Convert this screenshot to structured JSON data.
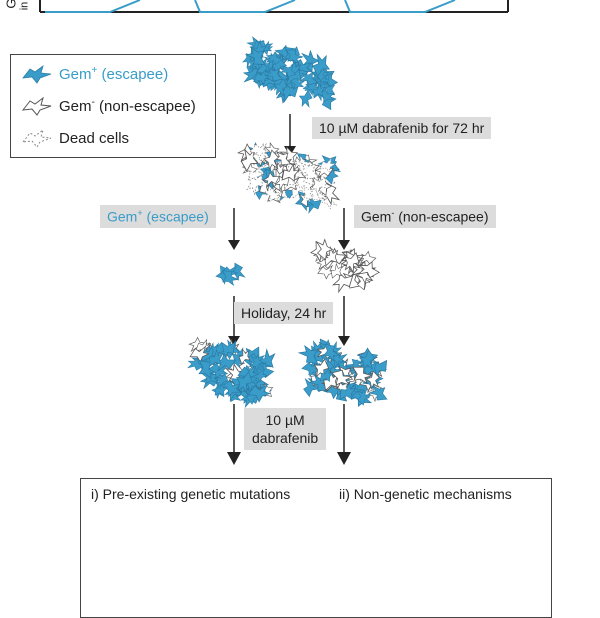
{
  "header": {
    "axis_label_fragment": "G",
    "axis_label_fragment2": "in"
  },
  "legend": {
    "items": [
      {
        "label": "Gem",
        "sup": "+",
        "suffix": " (escapee)",
        "color": "#3a9cc9",
        "icon": "blue-cell-icon"
      },
      {
        "label": "Gem",
        "sup": "-",
        "suffix": " (non-escapee)",
        "color": "#222222",
        "icon": "white-cell-icon"
      },
      {
        "label": "Dead cells",
        "sup": "",
        "suffix": "",
        "color": "#222222",
        "icon": "dead-cell-icon"
      }
    ]
  },
  "steps": {
    "treatment1": "10 µM dabrafenib for 72 hr",
    "escapee_branch": {
      "label": "Gem",
      "sup": "+",
      "suffix": " (escapee)"
    },
    "non_escapee_branch": {
      "label": "Gem",
      "sup": "-",
      "suffix": " (non-escapee)"
    },
    "holiday": "Holiday, 24 hr",
    "treatment2_line1": "10 µM",
    "treatment2_line2": "dabrafenib"
  },
  "outcomes": {
    "left_title": "i) Pre-existing genetic mutations",
    "right_title": "ii) Non-genetic mechanisms"
  },
  "colors": {
    "escapee_blue": "#3a9cc9",
    "label_gray": "#dcdcdc",
    "cell_outline": "#555555",
    "dead_outline": "#888888"
  }
}
